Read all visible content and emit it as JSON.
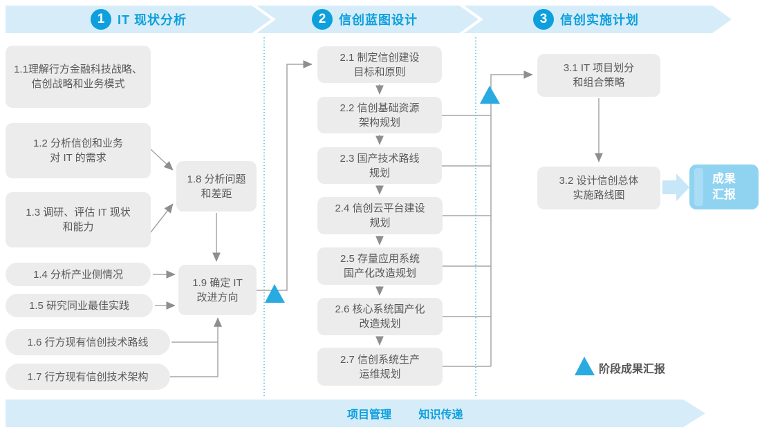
{
  "phase1": {
    "number": "1",
    "title": "IT 现状分析",
    "b11": {
      "l1": "1.1理解行方金融科技战略、",
      "l2": "信创战略和业务模式"
    },
    "b12": {
      "l1": "1.2 分析信创和业务",
      "l2": "对 IT 的需求"
    },
    "b13": {
      "l1": "1.3 调研、评估 IT 现状",
      "l2": "和能力"
    },
    "b14": {
      "l1": "1.4 分析产业侧情况"
    },
    "b15": {
      "l1": "1.5 研究同业最佳实践"
    },
    "b16": {
      "l1": "1.6 行方现有信创技术路线"
    },
    "b17": {
      "l1": "1.7 行方现有信创技术架构"
    },
    "b18": {
      "l1": "1.8 分析问题",
      "l2": "和差距"
    },
    "b19": {
      "l1": "1.9 确定 IT",
      "l2": "改进方向"
    }
  },
  "phase2": {
    "number": "2",
    "title": "信创蓝图设计",
    "b21": {
      "l1": "2.1 制定信创建设",
      "l2": "目标和原则"
    },
    "b22": {
      "l1": "2.2 信创基础资源",
      "l2": "架构规划"
    },
    "b23": {
      "l1": "2.3 国产技术路线",
      "l2": "规划"
    },
    "b24": {
      "l1": "2.4 信创云平台建设",
      "l2": "规划"
    },
    "b25": {
      "l1": "2.5 存量应用系统",
      "l2": "国产化改造规划"
    },
    "b26": {
      "l1": "2.6 核心系统国产化",
      "l2": "改造规划"
    },
    "b27": {
      "l1": "2.7 信创系统生产",
      "l2": "运维规划"
    }
  },
  "phase3": {
    "number": "3",
    "title": "信创实施计划",
    "b31": {
      "l1": "3.1 IT 项目划分",
      "l2": "和组合策略"
    },
    "b32": {
      "l1": "3.2 设计信创总体",
      "l2": "实施路线图"
    },
    "result": {
      "l1": "成果",
      "l2": "汇报"
    }
  },
  "legend": {
    "milestone": "阶段成果汇报",
    "marker_icon": "triangle-up-icon"
  },
  "footer": {
    "project": "项目管理",
    "knowledge": "知识传递"
  },
  "colors": {
    "band": "#d6ecf8",
    "accent_blue": "#0da0dc",
    "milestone_triangle": "#29abe2",
    "task_box": "#ececec",
    "task_text": "#595959",
    "connector": "#a5a5a5",
    "arrowhead": "#8e8e8e",
    "result_box": "#8fd3f1",
    "deliverable_arrow": "#c7e6f7",
    "dashed_separator": "#3fb5e8"
  }
}
